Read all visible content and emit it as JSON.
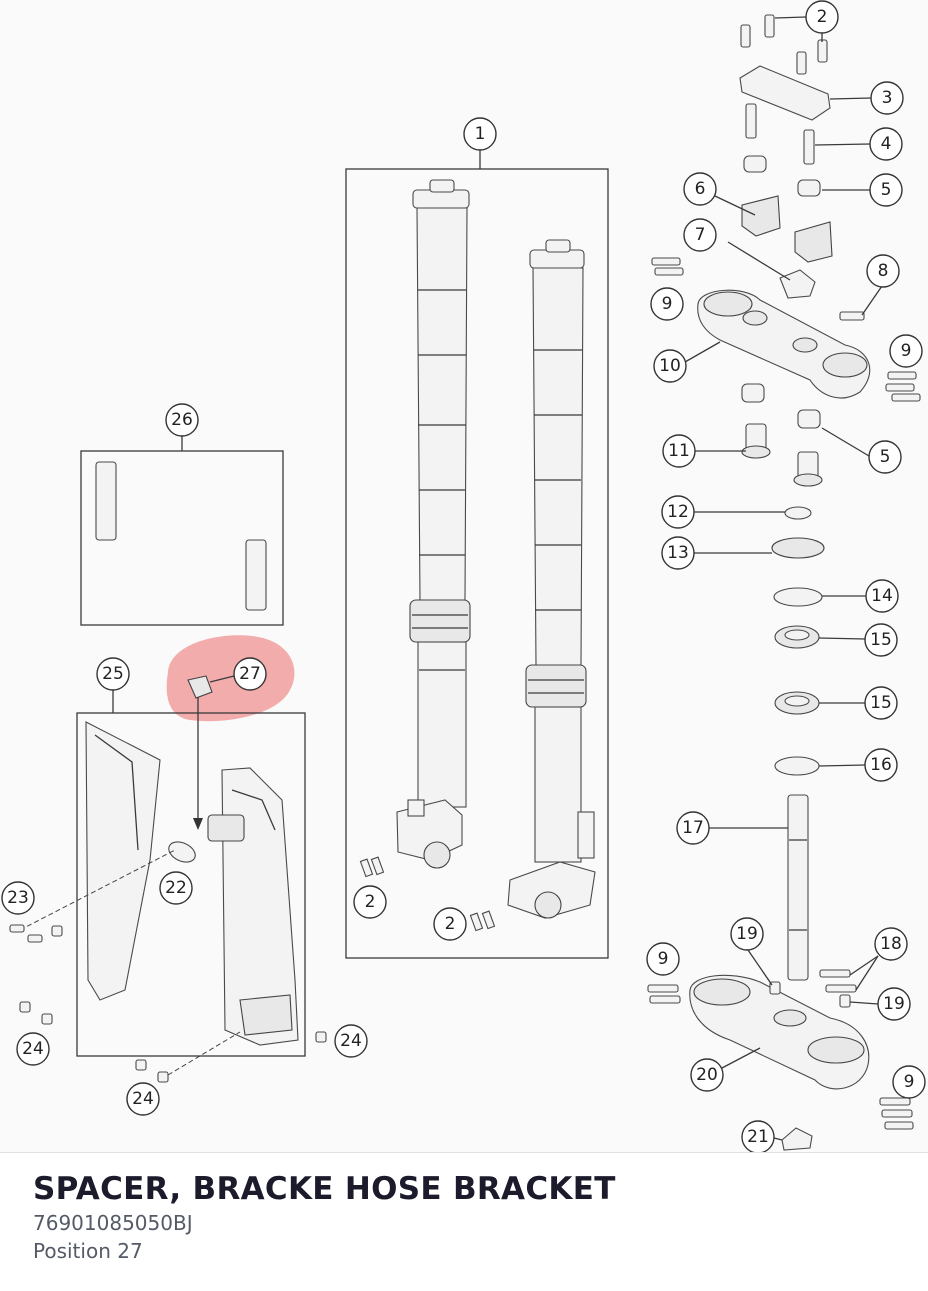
{
  "diagram": {
    "callouts": [
      {
        "label": "1"
      },
      {
        "label": "2"
      },
      {
        "label": "2"
      },
      {
        "label": "2"
      },
      {
        "label": "3"
      },
      {
        "label": "4"
      },
      {
        "label": "5"
      },
      {
        "label": "5"
      },
      {
        "label": "6"
      },
      {
        "label": "7"
      },
      {
        "label": "8"
      },
      {
        "label": "9"
      },
      {
        "label": "9"
      },
      {
        "label": "9"
      },
      {
        "label": "9"
      },
      {
        "label": "10"
      },
      {
        "label": "11"
      },
      {
        "label": "12"
      },
      {
        "label": "13"
      },
      {
        "label": "14"
      },
      {
        "label": "15"
      },
      {
        "label": "15"
      },
      {
        "label": "16"
      },
      {
        "label": "17"
      },
      {
        "label": "18"
      },
      {
        "label": "19"
      },
      {
        "label": "19"
      },
      {
        "label": "20"
      },
      {
        "label": "21"
      },
      {
        "label": "22"
      },
      {
        "label": "23"
      },
      {
        "label": "24"
      },
      {
        "label": "24"
      },
      {
        "label": "24"
      },
      {
        "label": "25"
      },
      {
        "label": "26"
      },
      {
        "label": "27"
      }
    ],
    "highlight_color": "#f08a8a"
  },
  "part": {
    "title": "SPACER, BRACKE HOSE BRACKET",
    "number": "76901085050BJ",
    "position": "Position 27"
  }
}
